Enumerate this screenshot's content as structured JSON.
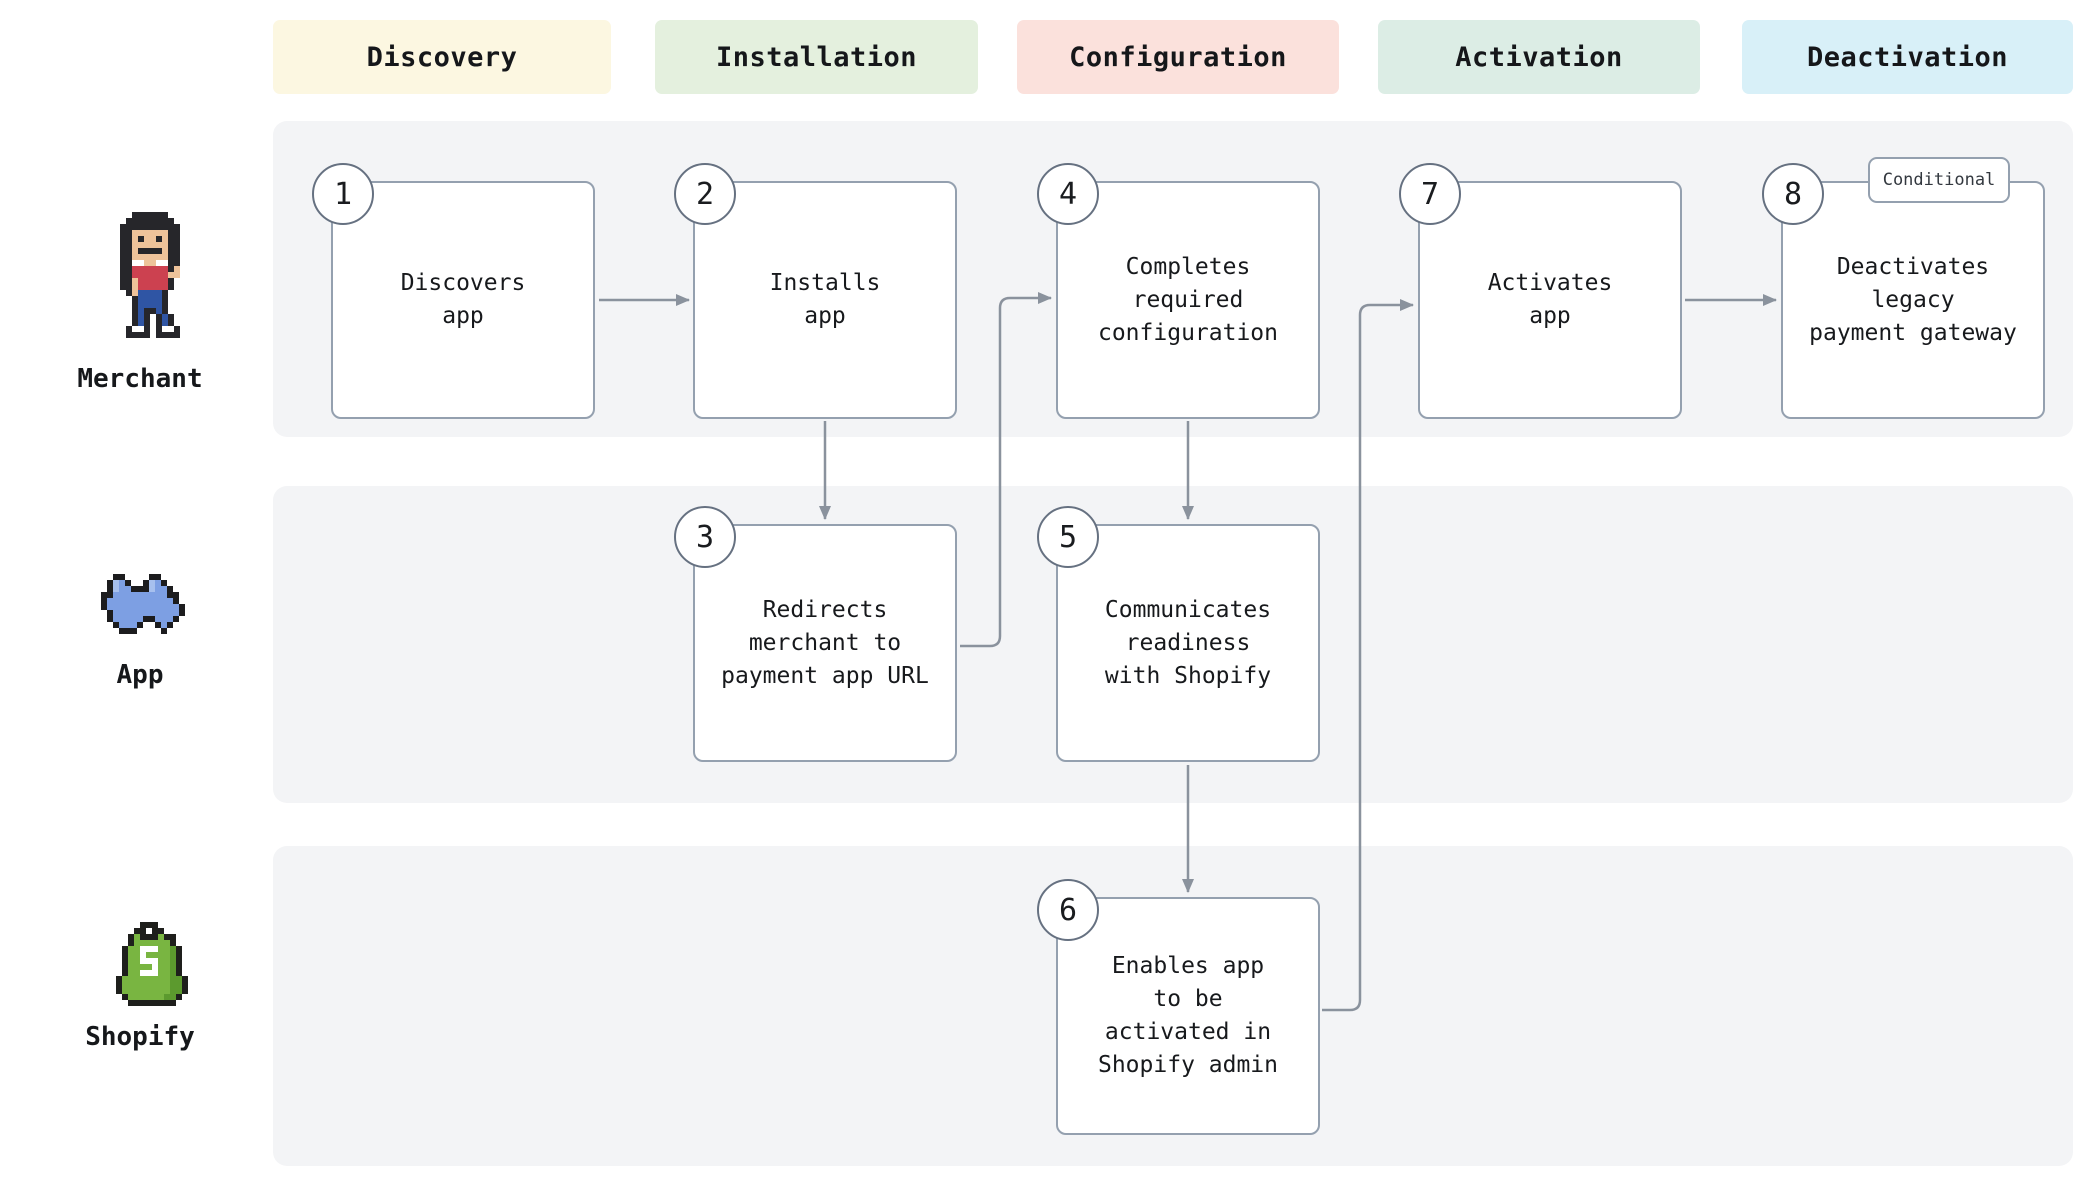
{
  "columns": [
    {
      "label": "Discovery",
      "bg": "#FCF7E1"
    },
    {
      "label": "Installation",
      "bg": "#E4F0DE"
    },
    {
      "label": "Configuration",
      "bg": "#FBE1DC"
    },
    {
      "label": "Activation",
      "bg": "#DCEDE5"
    },
    {
      "label": "Deactivation",
      "bg": "#D8F0F8"
    }
  ],
  "lanes": [
    {
      "label": "Merchant",
      "icon": "merchant-pixel-avatar"
    },
    {
      "label": "App",
      "icon": "puzzle-piece-icon"
    },
    {
      "label": "Shopify",
      "icon": "shopify-bag-icon"
    }
  ],
  "steps": [
    {
      "number": "1",
      "label": "Discovers\napp",
      "lane": "Merchant",
      "column": "Discovery"
    },
    {
      "number": "2",
      "label": "Installs\napp",
      "lane": "Merchant",
      "column": "Installation"
    },
    {
      "number": "3",
      "label": "Redirects\nmerchant to\npayment app URL",
      "lane": "App",
      "column": "Installation"
    },
    {
      "number": "4",
      "label": "Completes\nrequired\nconfiguration",
      "lane": "Merchant",
      "column": "Configuration"
    },
    {
      "number": "5",
      "label": "Communicates\nreadiness\nwith Shopify",
      "lane": "App",
      "column": "Configuration"
    },
    {
      "number": "6",
      "label": "Enables app\nto be\nactivated in\nShopify admin",
      "lane": "Shopify",
      "column": "Configuration"
    },
    {
      "number": "7",
      "label": "Activates\napp",
      "lane": "Merchant",
      "column": "Activation"
    },
    {
      "number": "8",
      "label": "Deactivates\nlegacy\npayment gateway",
      "lane": "Merchant",
      "column": "Deactivation",
      "tag": "Conditional"
    }
  ],
  "tag": {
    "conditional": "Conditional"
  },
  "colors": {
    "lane_background": "#F3F4F6",
    "box_border": "#94A0AF",
    "badge_border": "#667181",
    "connector": "#8A929D",
    "text": "#17191C"
  }
}
